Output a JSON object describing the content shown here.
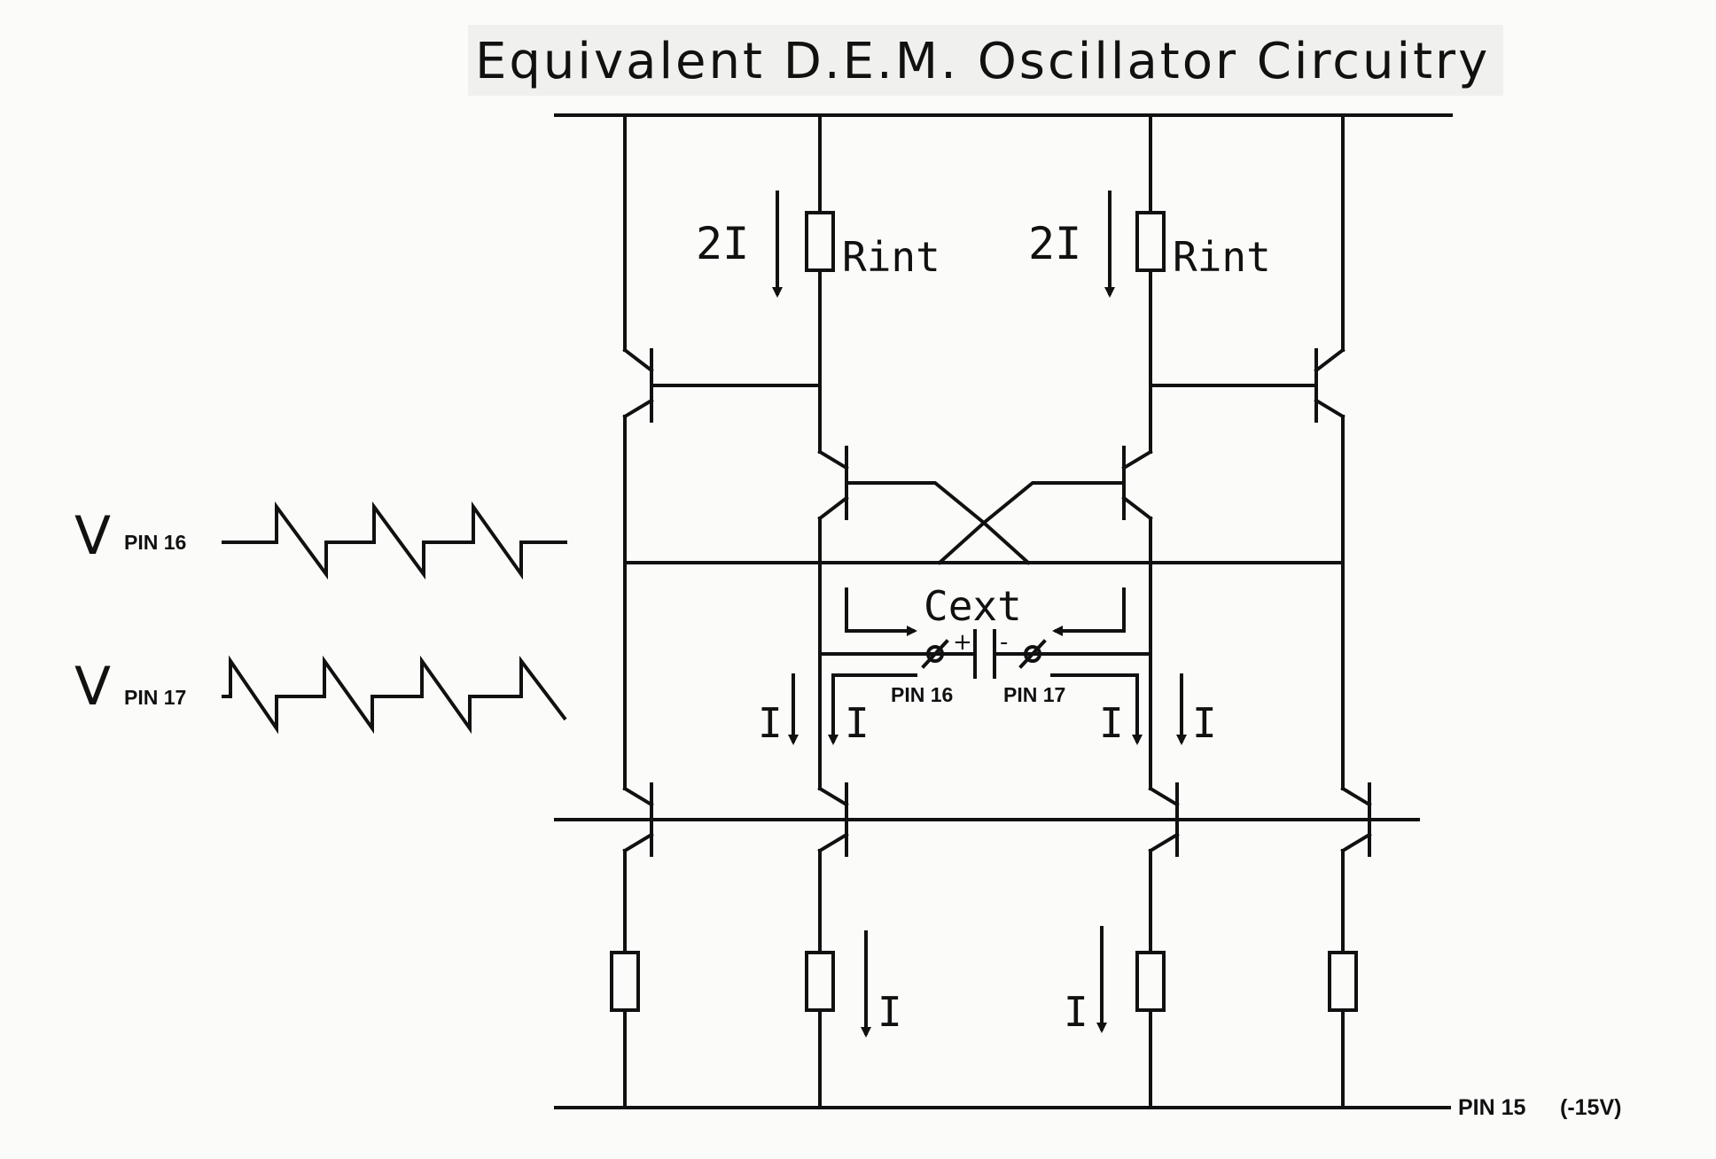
{
  "title": "Equivalent D.E.M. Oscillator Circuitry",
  "labels": {
    "current_2i": "2I",
    "resistor_int": "Rint",
    "current_i": "I",
    "cap_name": "Cext",
    "cap_plus": "+",
    "cap_minus": "-",
    "pin16": "PIN 16",
    "pin17": "PIN 17",
    "v_letter": "V",
    "pin15": "PIN 15",
    "pin15_voltage": "(-15V)"
  },
  "colors": {
    "ink": "#111111",
    "paper": "#fbfbfa"
  }
}
